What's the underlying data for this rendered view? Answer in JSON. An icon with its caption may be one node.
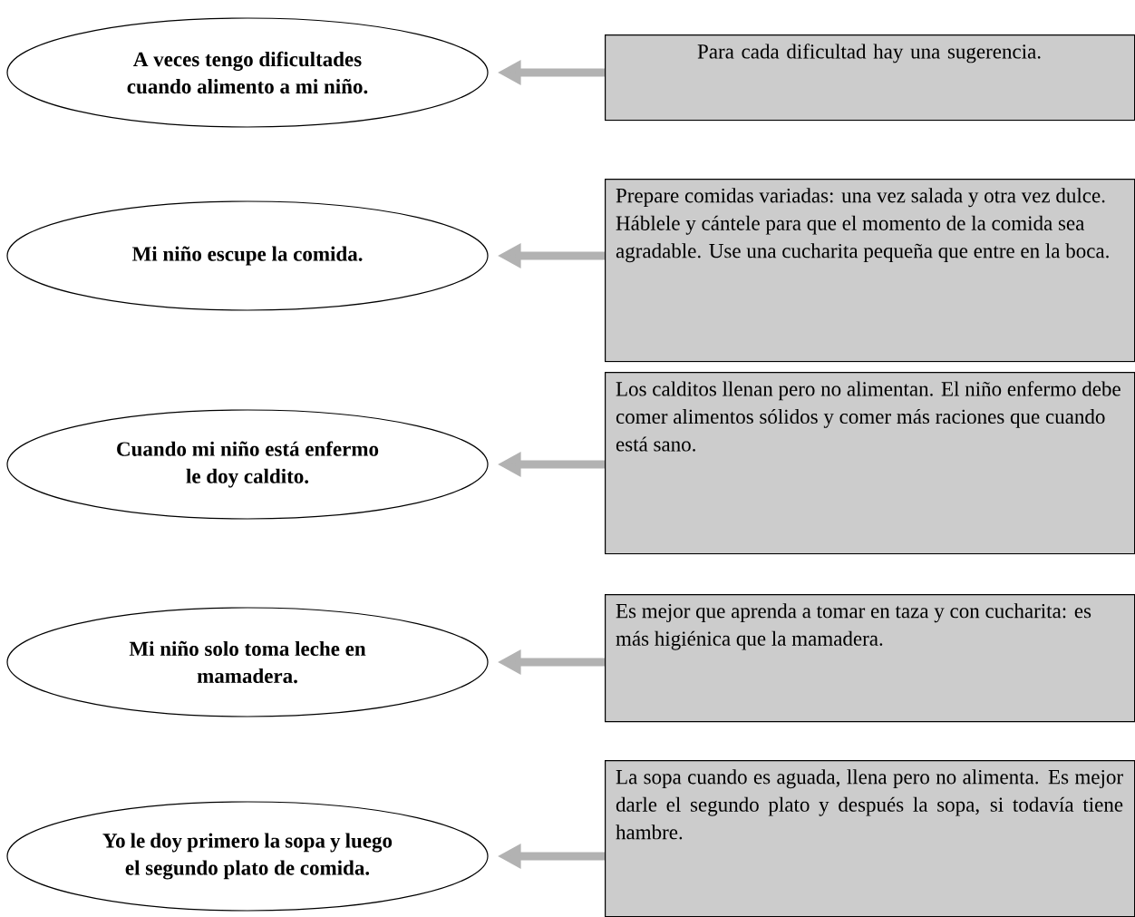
{
  "diagram": {
    "nodes": [
      {
        "text": [
          "A veces tengo dificultades cuando alimento a mi niño."
        ]
      },
      {
        "text": [
          "Para cada dificultad hay una sugerencia."
        ]
      },
      {
        "text": [
          "Mi niño escupe la comida."
        ]
      },
      {
        "text": [
          "Prepare comidas variadas: una vez salada y otra vez dulce. Háblele y cántele para que el momento de la comida sea agradable. Use una cucharita pequeña que entre en la boca."
        ]
      },
      {
        "text": [
          "Cuando mi niño está enfermo le doy caldito."
        ]
      },
      {
        "text": [
          "Los calditos llenan pero no alimentan. El niño enfermo debe comer alimentos sólidos y comer más raciones que cuando está sano."
        ]
      },
      {
        "text": [
          "Mi niño solo toma leche en mamadera."
        ]
      },
      {
        "text": [
          "Es mejor que aprenda a tomar en taza y con cucharita: es más higiénica que la mamadera."
        ]
      },
      {
        "text": [
          "Yo le doy primero la sopa y luego el segundo plato de comida."
        ]
      },
      {
        "text": [
          "La sopa cuando es aguada, llena pero no alimenta. Es mejor darle el segundo plato y después la sopa, si todavía tiene hambre."
        ]
      }
    ],
    "edges": [
      {
        "from": 1,
        "to": 0,
        "arrow": "to"
      },
      {
        "from": 3,
        "to": 2,
        "arrow": "to"
      },
      {
        "from": 5,
        "to": 4,
        "arrow": "to"
      },
      {
        "from": 7,
        "to": 6,
        "arrow": "to"
      },
      {
        "from": 9,
        "to": 8,
        "arrow": "to"
      }
    ]
  }
}
